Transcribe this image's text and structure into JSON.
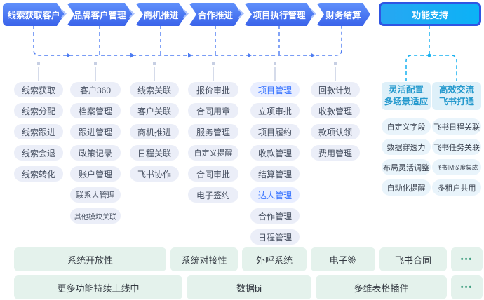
{
  "flow_stages": [
    {
      "label": "线索获取客户"
    },
    {
      "label": "品牌客户管理"
    },
    {
      "label": "商机推进"
    },
    {
      "label": "合作推进"
    },
    {
      "label": "项目执行管理"
    },
    {
      "label": "财务结算"
    }
  ],
  "support_button": {
    "label": "功能支持"
  },
  "columns": [
    {
      "items": [
        {
          "label": "线索获取"
        },
        {
          "label": "线索分配"
        },
        {
          "label": "线索跟进"
        },
        {
          "label": "线索会退"
        },
        {
          "label": "线索转化"
        }
      ]
    },
    {
      "items": [
        {
          "label": "客户360"
        },
        {
          "label": "档案管理"
        },
        {
          "label": "跟进管理"
        },
        {
          "label": "政策记录"
        },
        {
          "label": "账户管理"
        },
        {
          "label": "联系人管理"
        },
        {
          "label": "其他模块关联"
        }
      ]
    },
    {
      "items": [
        {
          "label": "线索关联"
        },
        {
          "label": "客户关联"
        },
        {
          "label": "商机推进"
        },
        {
          "label": "日程关联"
        },
        {
          "label": "飞书协作"
        }
      ]
    },
    {
      "items": [
        {
          "label": "报价审批"
        },
        {
          "label": "合同用章"
        },
        {
          "label": "服务管理"
        },
        {
          "label": "自定义提醒"
        },
        {
          "label": "合同审批"
        },
        {
          "label": "电子签约"
        }
      ]
    },
    {
      "items": [
        {
          "label": "项目管理",
          "highlight": true
        },
        {
          "label": "立项审批"
        },
        {
          "label": "项目履约"
        },
        {
          "label": "收款管理"
        },
        {
          "label": "结算管理"
        },
        {
          "label": "达人管理",
          "highlight": true
        },
        {
          "label": "合作管理"
        },
        {
          "label": "日程管理"
        }
      ]
    },
    {
      "items": [
        {
          "label": "回款计划"
        },
        {
          "label": "收款管理"
        },
        {
          "label": "款项认领"
        },
        {
          "label": "费用管理"
        }
      ]
    }
  ],
  "support": {
    "groups": [
      {
        "title_line1": "灵活配置",
        "title_line2": "多场景适应",
        "items": [
          {
            "label": "自定义字段"
          },
          {
            "label": "数据穿透力"
          },
          {
            "label": "布局灵活调整"
          },
          {
            "label": "自动化提醒"
          }
        ]
      },
      {
        "title_line1": "高效交流",
        "title_line2": "飞书打通",
        "items": [
          {
            "label": "飞书日程关联"
          },
          {
            "label": "飞书任务关联"
          },
          {
            "label": "飞书IM深度集成"
          },
          {
            "label": "多租户共用"
          }
        ]
      }
    ]
  },
  "bottom_rows": [
    {
      "items": [
        {
          "label": "系统开放性"
        },
        {
          "label": "系统对接性"
        },
        {
          "label": "外呼系统"
        },
        {
          "label": "电子签"
        },
        {
          "label": "飞书合同"
        },
        {
          "label": "•••",
          "ellipsis": true
        }
      ]
    },
    {
      "items": [
        {
          "label": "更多功能持续上线中"
        },
        {
          "label": "数据bi"
        },
        {
          "label": "多维表格插件"
        },
        {
          "label": "•••",
          "ellipsis": true
        }
      ]
    }
  ],
  "colors": {
    "stage_blue": "#3f69ec",
    "support_azure": "#12b0f5",
    "accent_blue": "#3370ff",
    "flow_line": "#4d7cf2",
    "support_line": "#17b1f0",
    "column_connector": "#c7cfe3",
    "pill_bg": "#ebeef8",
    "highlight_pill_bg": "#e9eeff",
    "support_header_bg": "#def0f9",
    "support_header_text": "#2499cd",
    "support_pill_bg": "#e9f4fb",
    "green_box_bg": "#e4f2ec",
    "ellipsis_green": "#3f9d7f"
  }
}
